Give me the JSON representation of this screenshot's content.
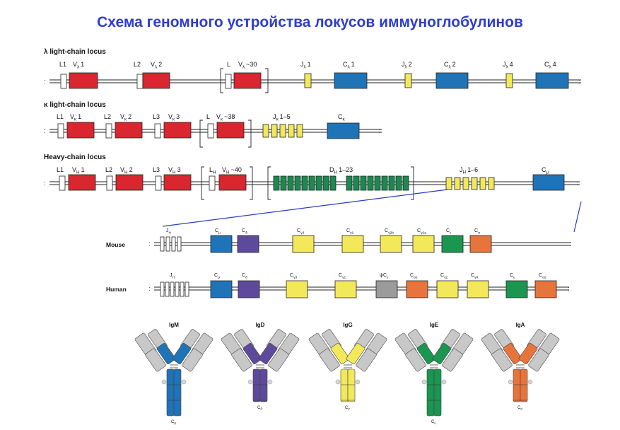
{
  "title": "Схема геномного устройства локусов иммуноглобулинов",
  "colors": {
    "V": "#d9262f",
    "J": "#f3e85a",
    "D": "#1b8a50",
    "C": "#1f74b8",
    "delta": "#5e4a9c",
    "gamma": "#f3e85a",
    "pseudo": "#9b9b9b",
    "epsilon": "#1a9650",
    "alpha": "#e6743b",
    "title": "#2f3ccf"
  },
  "lambda": {
    "header": "λ light-chain locus",
    "labels": {
      "L1": "L1",
      "V1": "V",
      "V1sub": "λ",
      "V1num": "1",
      "L2": "L2",
      "V2": "V",
      "V2sub": "λ",
      "V2num": "2",
      "L": "L",
      "Vn": "V",
      "Vnsub": "λ",
      "Vnnum": "~30",
      "J1": "J",
      "J1sub": "λ",
      "J1num": "1",
      "C1": "C",
      "C1sub": "λ",
      "C1num": "1",
      "J2": "J",
      "J2sub": "λ",
      "J2num": "2",
      "C2": "C",
      "C2sub": "λ",
      "C2num": "2",
      "J4": "J",
      "J4sub": "λ",
      "J4num": "4",
      "C4": "C",
      "C4sub": "λ",
      "C4num": "4"
    }
  },
  "kappa": {
    "header": "κ light-chain locus",
    "labels": {
      "L1": "L1",
      "V1": "V",
      "V1sub": "κ",
      "V1num": "1",
      "L2": "L2",
      "V2": "V",
      "V2sub": "κ",
      "V2num": "2",
      "L3": "L3",
      "V3": "V",
      "V3sub": "κ",
      "V3num": "3",
      "L": "L",
      "Vn": "V",
      "Vnsub": "κ",
      "Vnnum": "~38",
      "J": "J",
      "Jsub": "κ",
      "Jnum": "1–5",
      "C": "C",
      "Csub": "κ"
    }
  },
  "heavy": {
    "header": "Heavy-chain locus",
    "labels": {
      "L1": "L1",
      "V1": "V",
      "V1sub": "H",
      "V1num": "1",
      "L2": "L2",
      "V2": "V",
      "V2sub": "H",
      "V2num": "2",
      "L3": "L3",
      "V3": "V",
      "V3sub": "H",
      "V3num": "3",
      "L": "L",
      "Lsub": "H",
      "Vn": "V",
      "Vnsub": "H",
      "Vnnum": "~40",
      "D": "D",
      "Dsub": "H",
      "Dnum": "1–23",
      "J": "J",
      "Jsub": "H",
      "Jnum": "1–6",
      "C": "C",
      "Csub": "μ"
    }
  },
  "mouse": {
    "label": "Mouse",
    "J": "J",
    "Jsub": "H",
    "genes": [
      {
        "name": "C",
        "sub": "μ",
        "color": "C"
      },
      {
        "name": "C",
        "sub": "δ",
        "color": "delta"
      },
      {
        "name": "C",
        "sub": "γ3",
        "color": "gamma"
      },
      {
        "name": "C",
        "sub": "γ1",
        "color": "gamma"
      },
      {
        "name": "C",
        "sub": "γ2b",
        "color": "gamma"
      },
      {
        "name": "C",
        "sub": "γ2a",
        "color": "gamma"
      },
      {
        "name": "C",
        "sub": "ε",
        "color": "epsilon"
      },
      {
        "name": "C",
        "sub": "α",
        "color": "alpha"
      }
    ]
  },
  "human": {
    "label": "Human",
    "J": "J",
    "Jsub": "H",
    "genes": [
      {
        "name": "C",
        "sub": "μ",
        "color": "C"
      },
      {
        "name": "C",
        "sub": "δ",
        "color": "delta"
      },
      {
        "name": "C",
        "sub": "γ3",
        "color": "gamma"
      },
      {
        "name": "C",
        "sub": "γ1",
        "color": "gamma"
      },
      {
        "name": "ψC",
        "sub": "ε",
        "color": "pseudo"
      },
      {
        "name": "C",
        "sub": "α1",
        "color": "alpha"
      },
      {
        "name": "C",
        "sub": "γ2",
        "color": "gamma"
      },
      {
        "name": "C",
        "sub": "γ4",
        "color": "gamma"
      },
      {
        "name": "C",
        "sub": "ε",
        "color": "epsilon"
      },
      {
        "name": "C",
        "sub": "α2",
        "color": "alpha"
      }
    ]
  },
  "antibodies": [
    {
      "name": "IgM",
      "color": "C",
      "c": "C",
      "csub": "μ"
    },
    {
      "name": "IgD",
      "color": "delta",
      "c": "C",
      "csub": "δ"
    },
    {
      "name": "IgG",
      "color": "gamma",
      "c": "C",
      "csub": "γ"
    },
    {
      "name": "IgE",
      "color": "epsilon",
      "c": "C",
      "csub": "ε"
    },
    {
      "name": "IgA",
      "color": "alpha",
      "c": "C",
      "csub": "α"
    }
  ]
}
